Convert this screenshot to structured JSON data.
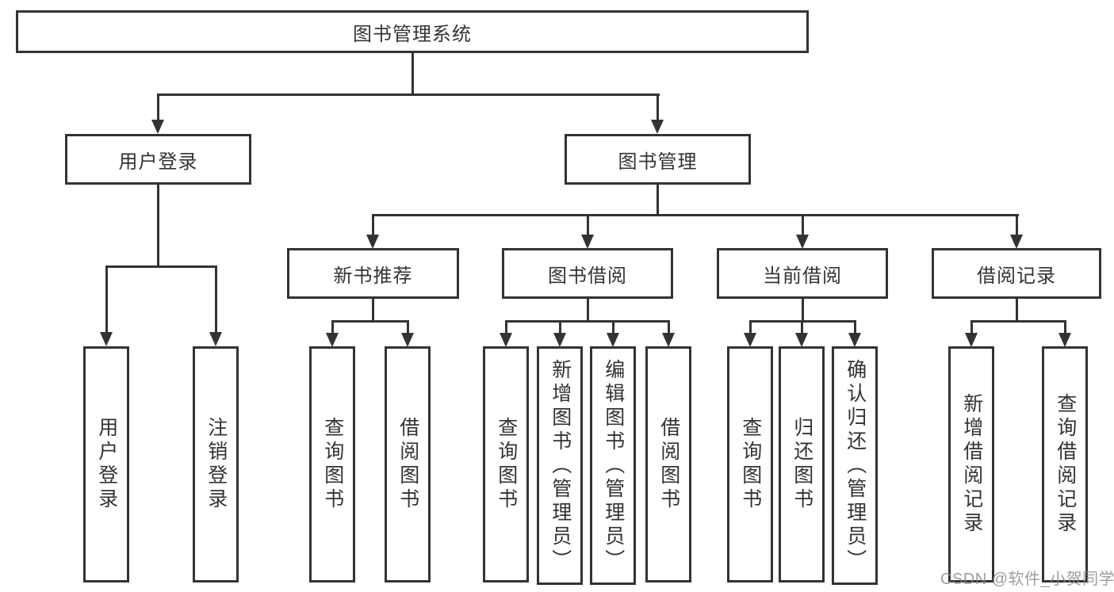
{
  "diagram": {
    "title_note": "library management system function structure diagram",
    "root": {
      "label": "图书管理系统"
    },
    "branches": {
      "user_login": {
        "label": "用户登录",
        "children": [
          {
            "label": "用户登录"
          },
          {
            "label": "注销登录"
          }
        ]
      },
      "book_management": {
        "label": "图书管理",
        "children": [
          {
            "label": "新书推荐",
            "children": [
              {
                "label": "查询图书"
              },
              {
                "label": "借阅图书"
              }
            ]
          },
          {
            "label": "图书借阅",
            "children": [
              {
                "label": "查询图书"
              },
              {
                "label": "新增图书（管理员）"
              },
              {
                "label": "编辑图书（管理员）"
              },
              {
                "label": "借阅图书"
              }
            ]
          },
          {
            "label": "当前借阅",
            "children": [
              {
                "label": "查询图书"
              },
              {
                "label": "归还图书"
              },
              {
                "label": "确认归还（管理员）"
              }
            ]
          },
          {
            "label": "借阅记录",
            "children": [
              {
                "label": "新增借阅记录"
              },
              {
                "label": "查询借阅记录"
              }
            ]
          }
        ]
      }
    },
    "watermark": "CSDN @软件_小贺同学",
    "colors": {
      "line": "#333333",
      "text": "#333333",
      "watermark": "#878787",
      "background": "#ffffff"
    }
  }
}
